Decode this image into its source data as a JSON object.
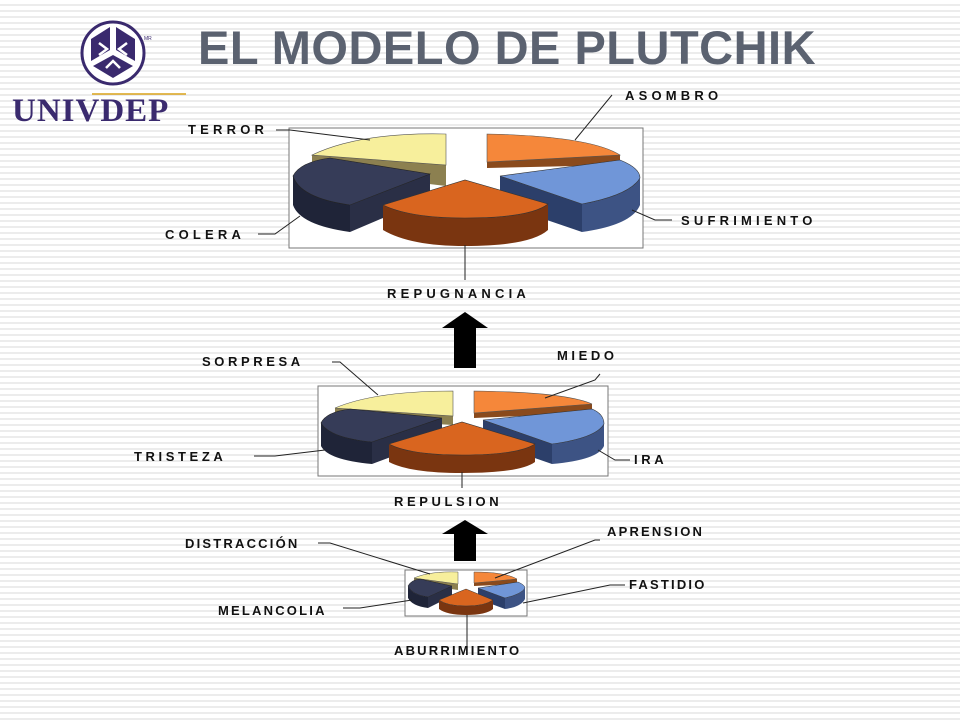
{
  "slide": {
    "title": "EL MODELO DE PLUTCHIK",
    "logo_text": "UNIVDEP",
    "logo_mark": "MR"
  },
  "colors": {
    "title": "#5b6270",
    "logo_purple": "#3a2a6e",
    "orange": "#f5873a",
    "blue": "#7096d8",
    "rust": "#d9651f",
    "navy": "#363c58",
    "cream": "#f7ef9c",
    "arrow": "#000000"
  },
  "levels": [
    {
      "level": "intense",
      "slices": [
        "ASOMBRO",
        "SUFRIMIENTO",
        "REPUGNANCIA",
        "COLERA",
        "TERROR"
      ]
    },
    {
      "level": "basic",
      "slices": [
        "MIEDO",
        "IRA",
        "REPULSION",
        "TRISTEZA",
        "SORPRESA"
      ]
    },
    {
      "level": "mild",
      "slices": [
        "APRENSION",
        "FASTIDIO",
        "ABURRIMIENTO",
        "MELANCOLIA",
        "DISTRACCIÓN"
      ]
    }
  ],
  "arrows": [
    "up-arrow",
    "up-arrow"
  ]
}
